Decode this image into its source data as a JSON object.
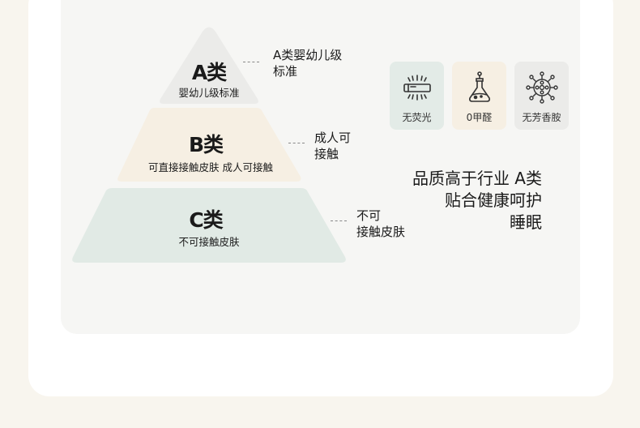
{
  "pyramid": {
    "a": {
      "title": "A类",
      "subtitle": "婴幼儿级标准",
      "note_line1": "A类婴幼儿级",
      "note_line2": "标准",
      "color": "#ebebe9"
    },
    "b": {
      "title": "B类",
      "subtitle": "可直接接触皮肤 成人可接触",
      "note_line1": "成人可",
      "note_line2": "接触",
      "color": "#f6efe3"
    },
    "c": {
      "title": "C类",
      "subtitle": "不可接触皮肤",
      "note_line1": "不可",
      "note_line2": "接触皮肤",
      "color": "#e1eae5"
    }
  },
  "features": [
    {
      "label": "无荧光",
      "icon": "fluorescent-lamp-icon",
      "color": "#e3ebe7"
    },
    {
      "label": "0甲醛",
      "icon": "flask-icon",
      "color": "#f6efe3"
    },
    {
      "label": "无芳香胺",
      "icon": "molecule-icon",
      "color": "#ebebe9"
    }
  ],
  "slogan": {
    "line1": "品质高于行业 A类",
    "line2": "贴合健康呵护",
    "line3": "睡眠"
  }
}
